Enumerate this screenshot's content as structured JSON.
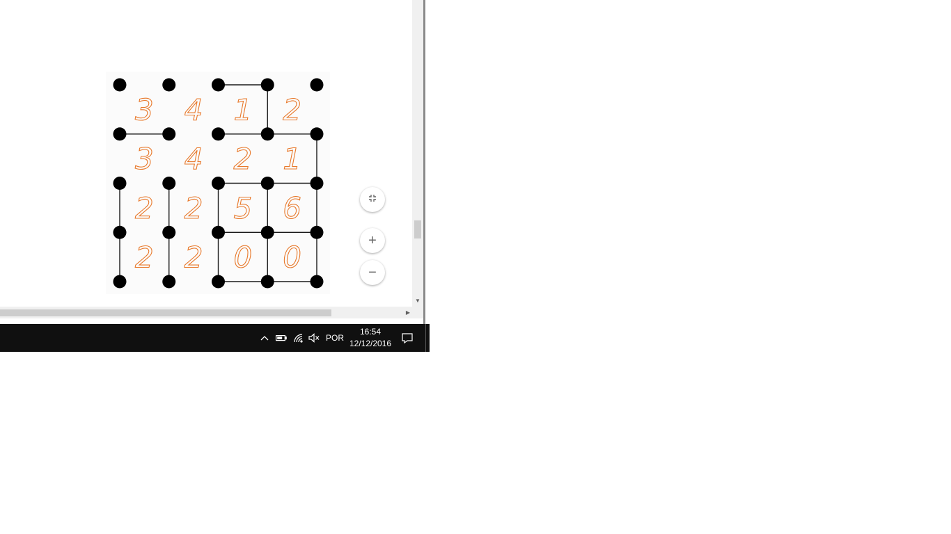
{
  "board": {
    "segments": [
      {
        "from": [
          2,
          0
        ],
        "to": [
          3,
          0
        ]
      },
      {
        "from": [
          3,
          0
        ],
        "to": [
          3,
          1
        ]
      },
      {
        "from": [
          0,
          1
        ],
        "to": [
          1,
          1
        ]
      },
      {
        "from": [
          2,
          1
        ],
        "to": [
          3,
          1
        ]
      },
      {
        "from": [
          3,
          1
        ],
        "to": [
          4,
          1
        ]
      },
      {
        "from": [
          4,
          1
        ],
        "to": [
          4,
          2
        ]
      },
      {
        "from": [
          2,
          2
        ],
        "to": [
          3,
          2
        ]
      },
      {
        "from": [
          3,
          2
        ],
        "to": [
          4,
          2
        ]
      },
      {
        "from": [
          0,
          2
        ],
        "to": [
          0,
          3
        ]
      },
      {
        "from": [
          1,
          2
        ],
        "to": [
          1,
          3
        ]
      },
      {
        "from": [
          2,
          2
        ],
        "to": [
          2,
          3
        ]
      },
      {
        "from": [
          3,
          2
        ],
        "to": [
          3,
          3
        ]
      },
      {
        "from": [
          4,
          2
        ],
        "to": [
          4,
          3
        ]
      },
      {
        "from": [
          2,
          3
        ],
        "to": [
          3,
          3
        ]
      },
      {
        "from": [
          3,
          3
        ],
        "to": [
          4,
          3
        ]
      },
      {
        "from": [
          0,
          3
        ],
        "to": [
          0,
          4
        ]
      },
      {
        "from": [
          1,
          3
        ],
        "to": [
          1,
          4
        ]
      },
      {
        "from": [
          2,
          3
        ],
        "to": [
          2,
          4
        ]
      },
      {
        "from": [
          3,
          3
        ],
        "to": [
          3,
          4
        ]
      },
      {
        "from": [
          4,
          3
        ],
        "to": [
          4,
          4
        ]
      },
      {
        "from": [
          2,
          4
        ],
        "to": [
          3,
          4
        ]
      },
      {
        "from": [
          3,
          4
        ],
        "to": [
          4,
          4
        ]
      }
    ],
    "annotations": [
      {
        "text": "3",
        "col": 0,
        "row": 0
      },
      {
        "text": "4",
        "col": 1,
        "row": 0
      },
      {
        "text": "1",
        "col": 2,
        "row": 0
      },
      {
        "text": "2",
        "col": 3,
        "row": 0
      },
      {
        "text": "3",
        "col": 0,
        "row": 1
      },
      {
        "text": "4",
        "col": 1,
        "row": 1
      },
      {
        "text": "2",
        "col": 2,
        "row": 1
      },
      {
        "text": "1",
        "col": 3,
        "row": 1
      },
      {
        "text": "2",
        "col": 0,
        "row": 2
      },
      {
        "text": "2",
        "col": 1,
        "row": 2
      },
      {
        "text": "5",
        "col": 2,
        "row": 2
      },
      {
        "text": "6",
        "col": 3,
        "row": 2
      },
      {
        "text": "2",
        "col": 0,
        "row": 3
      },
      {
        "text": "2",
        "col": 1,
        "row": 3
      },
      {
        "text": "0",
        "col": 2,
        "row": 3
      },
      {
        "text": "0",
        "col": 3,
        "row": 3
      }
    ],
    "annotation_color": "#e8782a"
  },
  "controls": {
    "fit_icon": "exit-fullscreen-icon",
    "zoom_in_label": "+",
    "zoom_out_label": "−"
  },
  "taskbar": {
    "icons": [
      "chevron-up-icon",
      "battery-icon",
      "wifi-icon",
      "speaker-muted-icon",
      "notification-icon"
    ],
    "language": "POR",
    "time": "16:54",
    "date": "12/12/2016"
  }
}
